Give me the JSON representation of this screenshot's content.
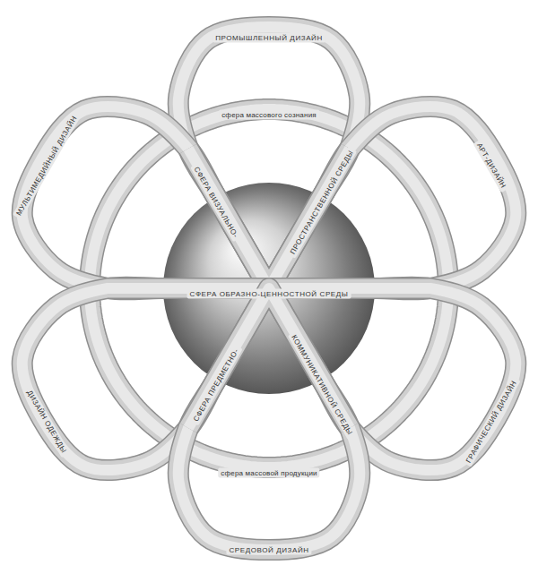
{
  "diagram": {
    "nodes": [
      {
        "text": [
          "ПРОМЫШЛЕННЫЙ ДИЗАЙН"
        ]
      },
      {
        "text": [
          "МУЛЬТИМЕДИЙНЫЙ ДИЗАЙН"
        ]
      },
      {
        "text": [
          "АРТ-ДИЗАЙН"
        ]
      },
      {
        "text": [
          "сфера массового сознания",
          "сфера массовой продукции"
        ]
      },
      {
        "text": [
          "СФЕРА ВИЗУАЛЬНО-",
          "ПРОСТРАНСТВЕННОЙ СРЕДЫ"
        ]
      },
      {
        "text": [
          "СФЕРА ОБРАЗНО-ЦЕННОСТНОЙ СРЕДЫ"
        ]
      },
      {
        "text": [
          "СФЕРА ПРЕДМЕТНО-",
          "КОММУНИКАТИВНОЙ СРЕДЫ"
        ]
      },
      {
        "text": [
          "ДИЗАЙН ОДЕЖДЫ"
        ]
      },
      {
        "text": [
          "ГРАФИЧЕСКИЙ ДИЗАЙН"
        ]
      },
      {
        "text": [
          "СРЕДОВОЙ ДИЗАЙН"
        ]
      }
    ]
  }
}
